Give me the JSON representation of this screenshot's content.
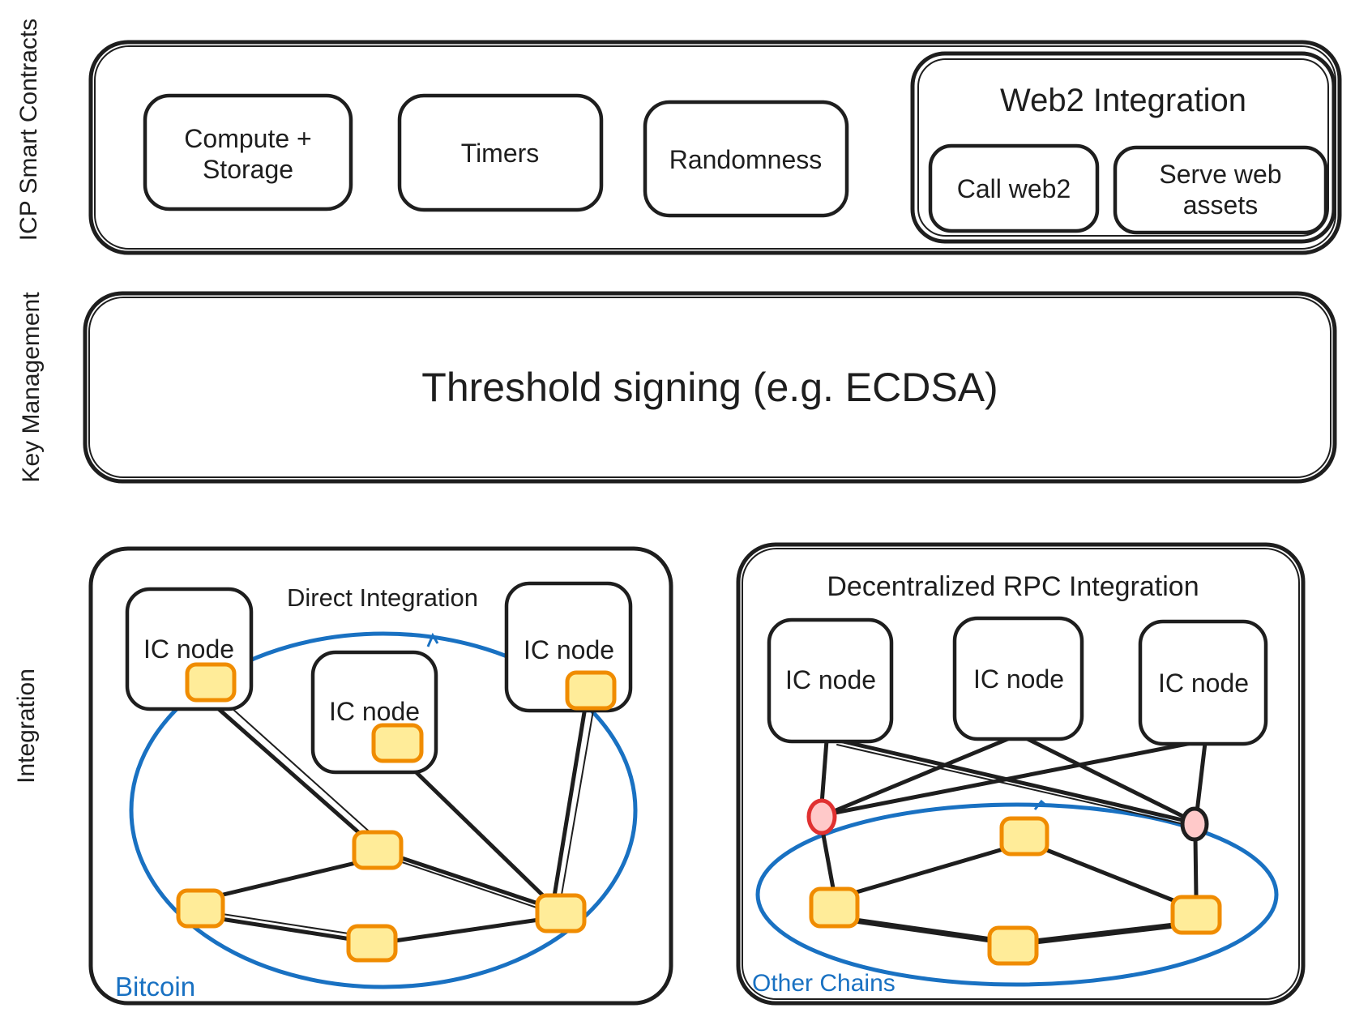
{
  "icp_section": {
    "label": "ICP Smart Contracts",
    "compute_line1": "Compute +",
    "compute_line2": "Storage",
    "timers": "Timers",
    "randomness": "Randomness",
    "web2": {
      "title": "Web2 Integration",
      "call_web2": "Call web2",
      "serve_line1": "Serve web",
      "serve_line2": "assets"
    }
  },
  "key_management": {
    "label": "Key Management",
    "threshold": "Threshold signing (e.g. ECDSA)"
  },
  "integration": {
    "label": "Integration",
    "direct": {
      "title": "Direct Integration",
      "ic_node": "IC node",
      "network": "Bitcoin"
    },
    "rpc": {
      "title": "Decentralized RPC Integration",
      "ic_node": "IC node",
      "network": "Other Chains"
    }
  },
  "colors": {
    "stroke": "#1e1e1e",
    "node_fill": "#ffec99",
    "node_stroke": "#f08c00",
    "chain_blue": "#1971c2",
    "rpc_provider_fill": "#ffc9c9",
    "rpc_provider_stroke_left": "#e03131",
    "rpc_provider_stroke_right": "#1e1e1e"
  }
}
